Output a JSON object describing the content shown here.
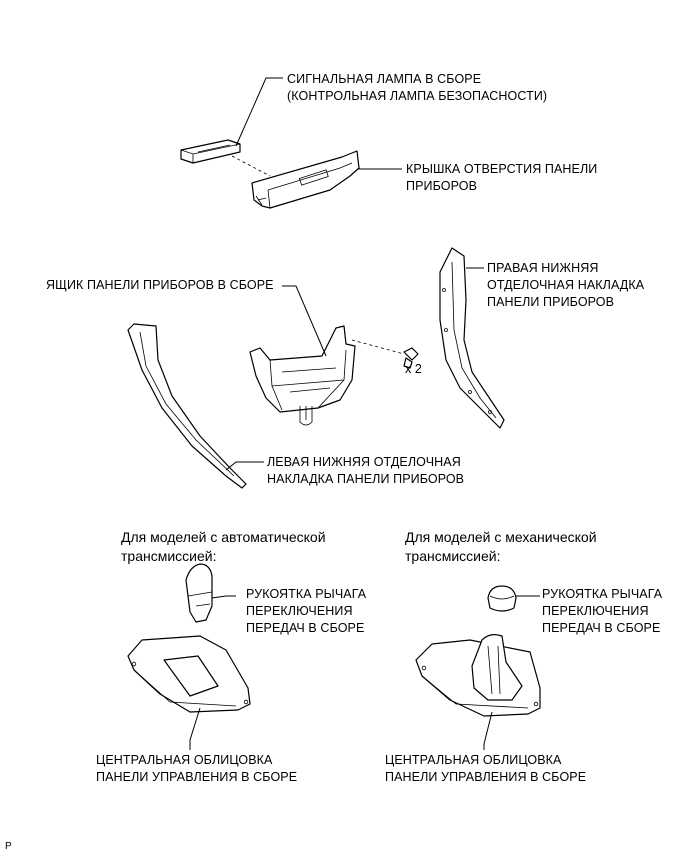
{
  "labels": {
    "signal_lamp": "СИГНАЛЬНАЯ ЛАМПА В СБОРЕ\n(КОНТРОЛЬНАЯ ЛАМПА БЕЗОПАСНОСТИ)",
    "hole_cover": "КРЫШКА ОТВЕРСТИЯ ПАНЕЛИ\nПРИБОРОВ",
    "glove_box": "ЯЩИК ПАНЕЛИ ПРИБОРОВ В СБОРЕ",
    "right_trim": "ПРАВАЯ НИЖНЯЯ\nОТДЕЛОЧНАЯ НАКЛАДКА\nПАНЕЛИ ПРИБОРОВ",
    "screw_qty": "x 2",
    "left_trim": "ЛЕВАЯ НИЖНЯЯ ОТДЕЛОЧНАЯ\nНАКЛАДКА ПАНЕЛИ ПРИБОРОВ",
    "at_note": "Для моделей с автоматической\nтрансмиссией:",
    "mt_note": "Для моделей с механической\nтрансмиссией:",
    "at_knob": "РУКОЯТКА РЫЧАГА\nПЕРЕКЛЮЧЕНИЯ\nПЕРЕДАЧ В СБОРЕ",
    "mt_knob": "РУКОЯТКА РЫЧАГА\nПЕРЕКЛЮЧЕНИЯ\nПЕРЕДАЧ В СБОРЕ",
    "at_panel": "ЦЕНТРАЛЬНАЯ ОБЛИЦОВКА\nПАНЕЛИ УПРАВЛЕНИЯ В СБОРЕ",
    "mt_panel": "ЦЕНТРАЛЬНАЯ ОБЛИЦОВКА\nПАНЕЛИ УПРАВЛЕНИЯ В СБОРЕ",
    "corner_code": "P"
  }
}
